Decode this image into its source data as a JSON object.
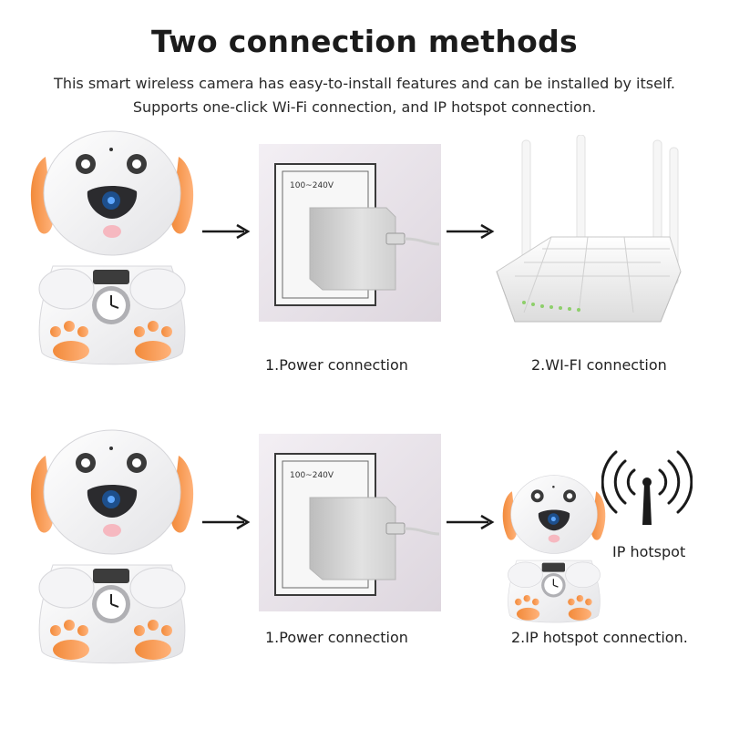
{
  "header": {
    "title": "Two connection methods",
    "subtitle_line1": "This smart wireless camera has easy-to-install features and can be installed by itself.",
    "subtitle_line2": "Supports one-click Wi-Fi connection, and IP hotspot connection."
  },
  "method_wifi": {
    "step1_caption": "1.Power connection",
    "outlet_voltage": "100~240V",
    "step2_caption": "2.WI-FI connection"
  },
  "method_hotspot": {
    "step1_caption": "1.Power connection",
    "outlet_voltage": "100~240V",
    "step2_caption": "2.IP hotspot connection.",
    "hotspot_label": "IP hotspot"
  },
  "colors": {
    "accent_orange": "#f07a24",
    "arrow": "#1a1a1a",
    "socket_bg": "#e9e3ea"
  }
}
